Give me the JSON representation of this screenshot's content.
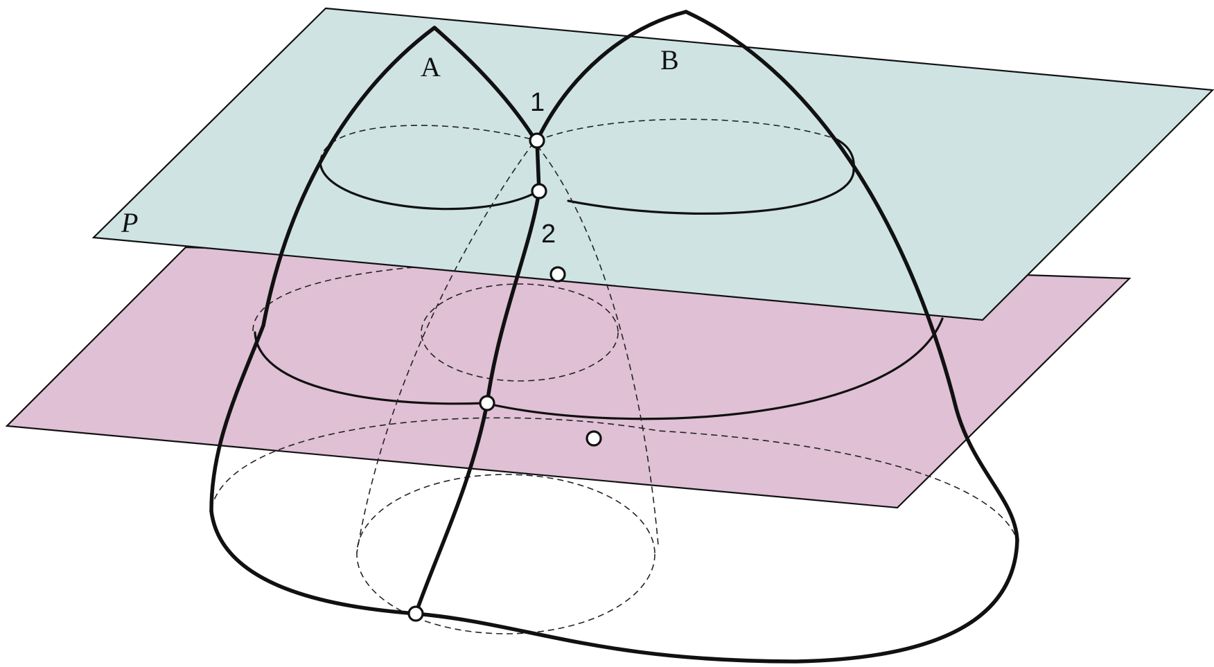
{
  "labels": {
    "surface_a": "A",
    "surface_b": "B",
    "point_1": "1",
    "point_2": "2",
    "plane_p": "P"
  },
  "colors": {
    "plane_p": "#cfe3e3",
    "plane_lower": "#dfc0d4",
    "lines": "#111111",
    "points": "#ffffff"
  }
}
